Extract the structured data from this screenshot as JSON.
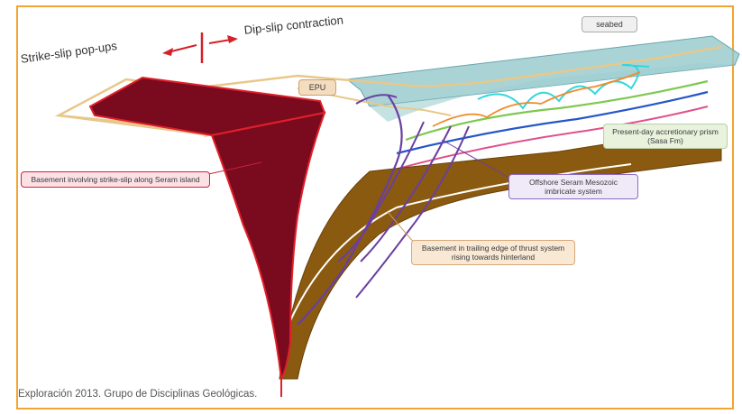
{
  "figure": {
    "direction_left": "Strike-slip pop-ups",
    "direction_right": "Dip-slip contraction",
    "seabed_label": "seabed",
    "epu_label": "EPU",
    "callouts": {
      "basement_strike_slip": "Basement involving strike-slip along Seram island",
      "offshore_imbricate": "Offshore Seram Mesozoic imbricate system",
      "accretionary_prism": "Present-day accretionary prism (Sasa Fm)",
      "trailing_edge": "Basement in trailing edge of thrust system rising towards hinterland"
    },
    "caption": "Exploración 2013. Grupo de Disciplinas Geológicas."
  },
  "colors": {
    "frame_border": "#f2a531",
    "basement_block": "#7a0a1e",
    "basement_outline": "#e0202a",
    "seabed_fill": "#7fb8bd",
    "brown_layer": "#8a5a10",
    "thrust_purple": "#6a3fa0",
    "arrow_red": "#d42026"
  }
}
